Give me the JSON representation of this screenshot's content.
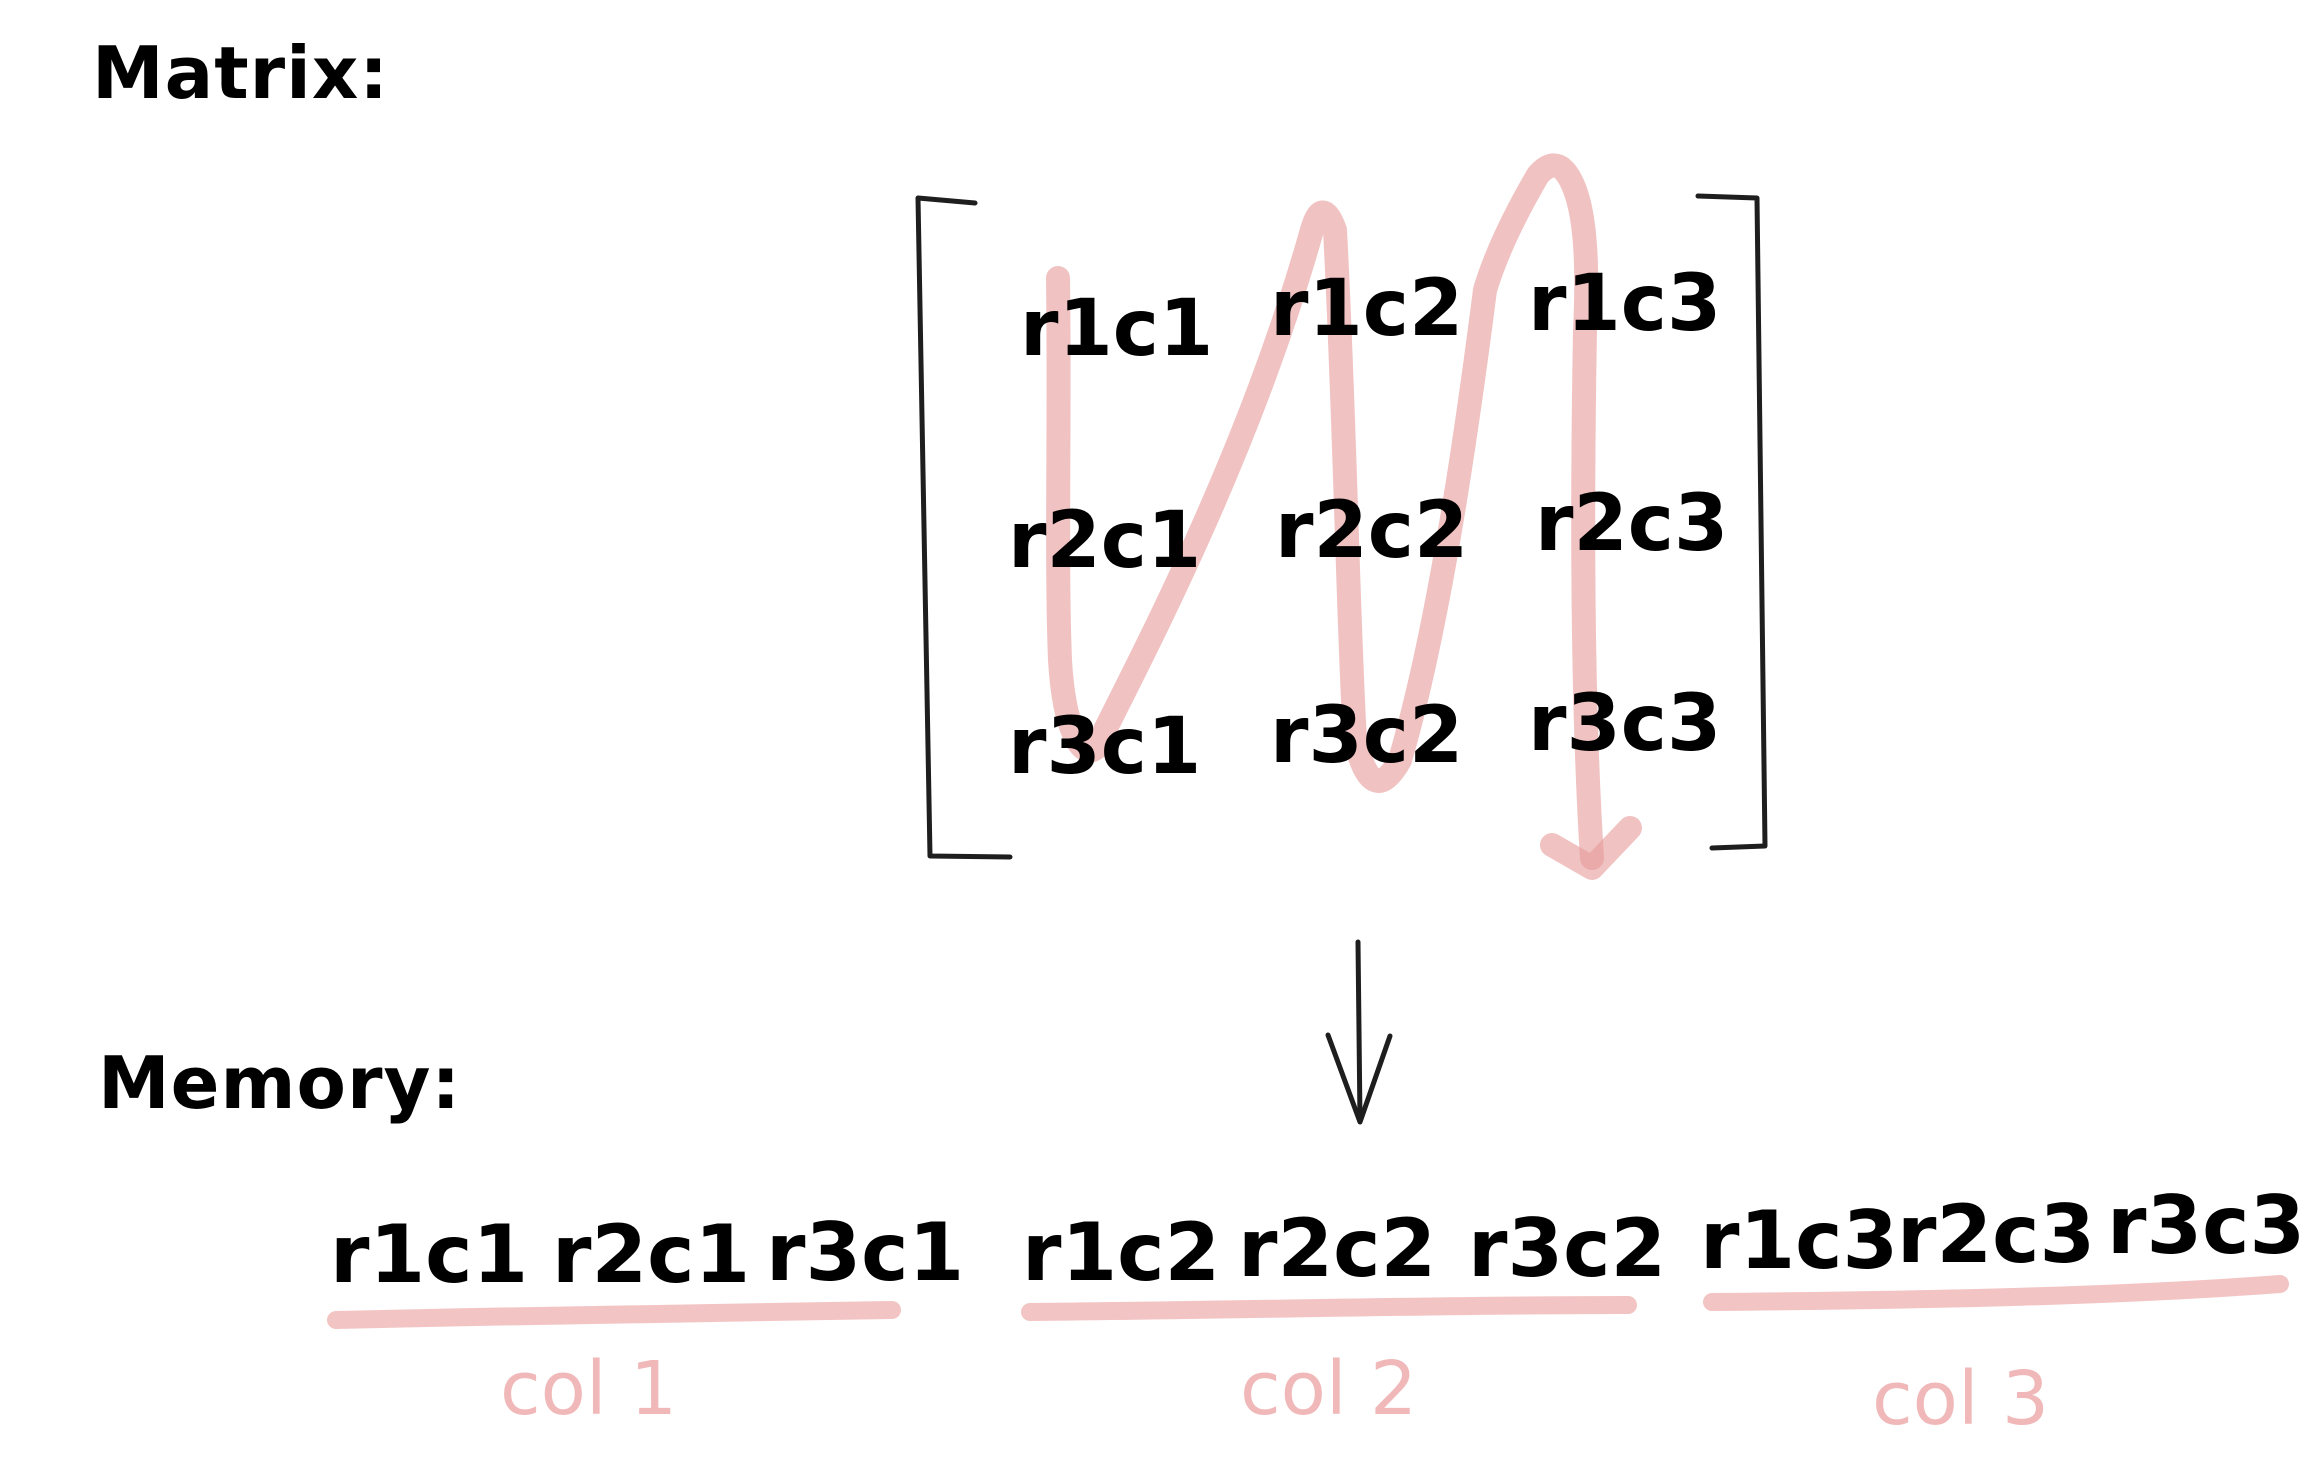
{
  "headings": {
    "matrix": "Matrix:",
    "memory": "Memory:"
  },
  "matrix": {
    "rows": [
      [
        "r1c1",
        "r1c2",
        "r1c3"
      ],
      [
        "r2c1",
        "r2c2",
        "r2c3"
      ],
      [
        "r3c1",
        "r3c2",
        "r3c3"
      ]
    ]
  },
  "memory": {
    "groups": [
      {
        "label": "col 1",
        "items": [
          "r1c1",
          "r2c1",
          "r3c1"
        ]
      },
      {
        "label": "col 2",
        "items": [
          "r1c2",
          "r2c2",
          "r3c2"
        ]
      },
      {
        "label": "col 3",
        "items": [
          "r1c3",
          "r2c3",
          "r3c3"
        ]
      }
    ]
  },
  "colors": {
    "ink": "#1e1e1e",
    "highlight": "#e89a9a",
    "highlight_text": "#f0b8b8"
  }
}
